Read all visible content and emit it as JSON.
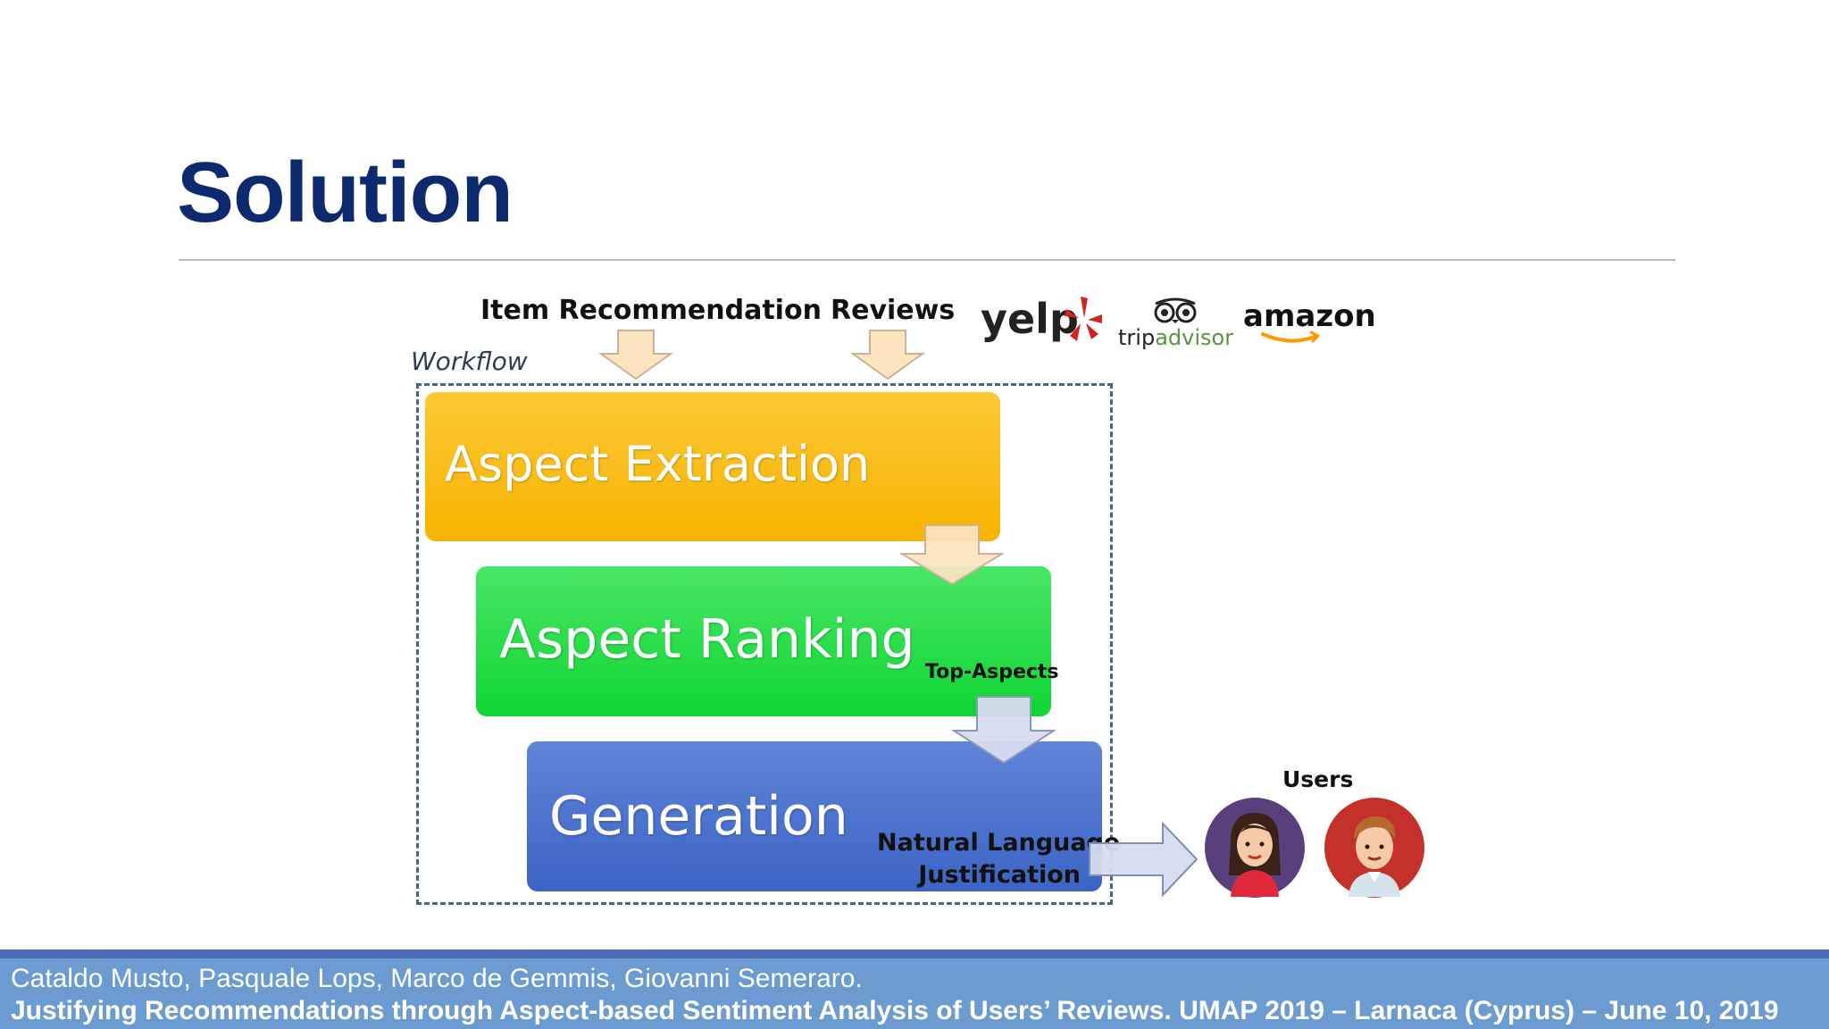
{
  "slide": {
    "title": "Solution"
  },
  "inputs": {
    "item_recommendation": "Item Recommendation",
    "reviews": "Reviews"
  },
  "sources": {
    "logos": [
      {
        "name": "yelp",
        "text": "yelp",
        "color": "#c41200"
      },
      {
        "name": "tripadvisor",
        "text": "tripadvisor",
        "color": "#589442"
      },
      {
        "name": "amazon",
        "text": "amazon",
        "color": "#ff9900"
      }
    ]
  },
  "workflow": {
    "label": "Workflow",
    "stages": [
      {
        "label": "Aspect Extraction",
        "color": "#f9bd10"
      },
      {
        "label": "Aspect Ranking",
        "color": "#1fdc44"
      },
      {
        "label": "Generation",
        "color": "#4670cb"
      }
    ],
    "top_aspects_label": "Top-Aspects",
    "output_label_line1": "Natural Language",
    "output_label_line2": "Justification"
  },
  "users": {
    "label": "Users",
    "avatars": [
      "female-user-icon",
      "male-user-icon"
    ]
  },
  "footer": {
    "authors": "Cataldo Musto, Pasquale Lops, Marco de Gemmis, Giovanni Semeraro.",
    "paper": "Justifying Recommendations through Aspect-based Sentiment Analysis of Users’ Reviews. UMAP 2019 – Larnaca (Cyprus) – June 10, 2019"
  }
}
